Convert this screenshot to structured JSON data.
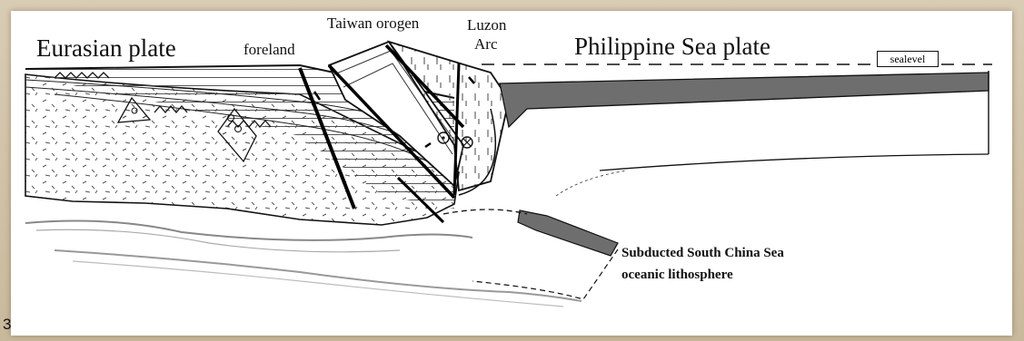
{
  "labels": {
    "eurasian_plate": "Eurasian plate",
    "foreland": "foreland",
    "taiwan_orogen": "Taiwan orogen",
    "luzon_arc_line1": "Luzon",
    "luzon_arc_line2": "Arc",
    "philippine_sea_plate": "Philippine Sea plate",
    "sea_level": "sealevel",
    "subducted_line1": "Subducted South China Sea",
    "subducted_line2": "oceanic lithosphere",
    "panel_letter": "3"
  },
  "colors": {
    "frame": "#cdbfa6",
    "panel": "#ffffff",
    "ink": "#111111",
    "oceanic_crust": "#6e6e6e"
  }
}
